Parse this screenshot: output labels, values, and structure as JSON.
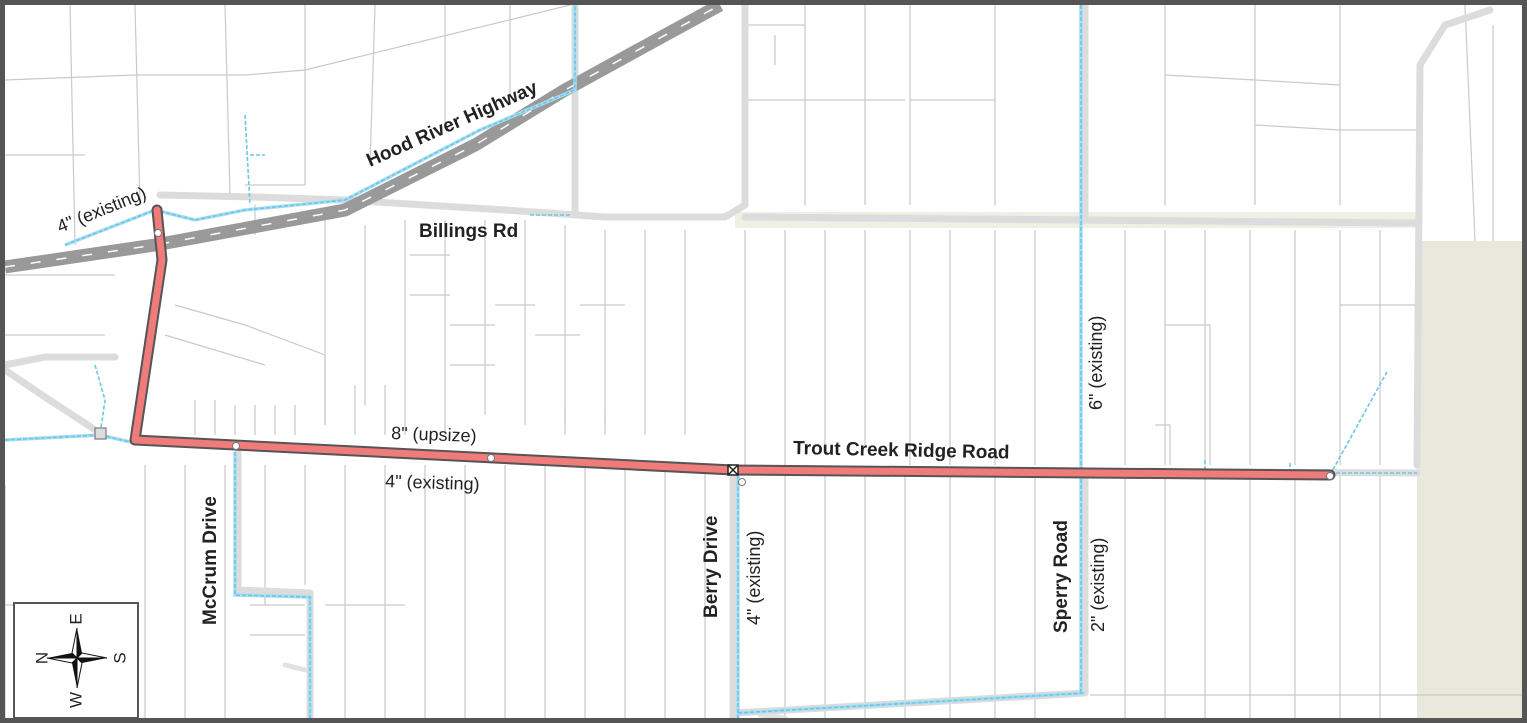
{
  "map": {
    "roads": {
      "highway": "Hood River Highway",
      "billings": "Billings Rd",
      "trout_creek": "Trout Creek Ridge Road",
      "mccrum": "McCrum Drive",
      "berry": "Berry Drive",
      "sperry": "Sperry Road"
    },
    "pipes": {
      "existing_4_west": "4\" (existing)",
      "upsize_8": "8\" (upsize)",
      "existing_4_trout": "4\" (existing)",
      "existing_4_berry": "4\" (existing)",
      "existing_6": "6\" (existing)",
      "existing_2": "2\" (existing)"
    },
    "compass": {
      "n": "N",
      "e": "E",
      "s": "S",
      "w": "W"
    },
    "colors": {
      "proposed_pipe": "#f07b7b",
      "existing_pipe": "#6cc6e8",
      "highway": "#999999",
      "street": "#dcdcdc",
      "parcel_line": "#c9c9c9",
      "frame": "#555555",
      "open_area": "#e9e8dd"
    }
  }
}
